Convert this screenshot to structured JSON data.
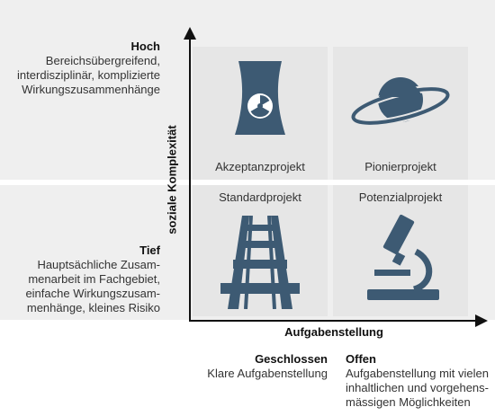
{
  "axes": {
    "y_label": "soziale Komplexität",
    "x_label": "Aufgabenstellung"
  },
  "y_levels": {
    "high": {
      "title": "Hoch",
      "lines": [
        "Bereichsübergreifend,",
        "interdisziplinär, komplizierte",
        "Wirkungszusammenhänge"
      ]
    },
    "low": {
      "title": "Tief",
      "lines": [
        "Hauptsächliche Zusam-",
        "menarbeit im Fachgebiet,",
        "einfache Wirkungszusam-",
        "menhänge, kleines Risiko"
      ]
    }
  },
  "x_levels": {
    "closed": {
      "title": "Geschlossen",
      "lines": [
        "Klare Aufgabenstellung"
      ]
    },
    "open": {
      "title": "Offen",
      "lines": [
        "Aufgabenstellung mit vielen",
        "inhaltlichen und vorgehens-",
        "mässigen Möglichkeiten"
      ]
    }
  },
  "quadrants": {
    "top_left": {
      "label": "Akzeptanzprojekt",
      "icon": "nuclear-cooling-tower-icon"
    },
    "top_right": {
      "label": "Pionierprojekt",
      "icon": "planet-icon"
    },
    "bottom_left": {
      "label": "Standardprojekt",
      "icon": "railway-track-icon"
    },
    "bottom_right": {
      "label": "Potenzialprojekt",
      "icon": "microscope-icon"
    }
  },
  "colors": {
    "icon": "#3d5a73",
    "quadrant_bg": "#e6e6e6",
    "band_bg": "#efefef",
    "axis": "#111111"
  }
}
